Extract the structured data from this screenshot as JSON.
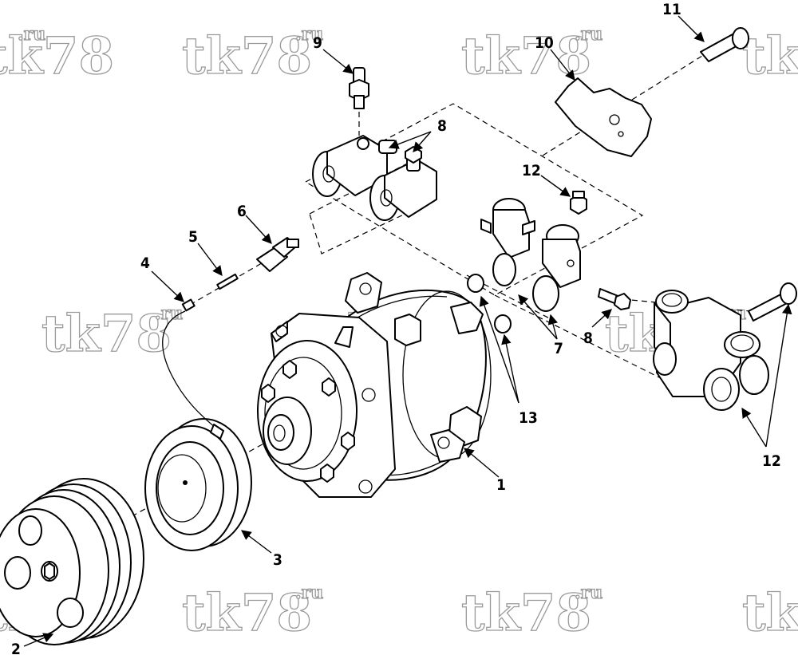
{
  "watermark": {
    "main": "tk78",
    "suffix": ".ru"
  },
  "callouts": {
    "c1": "1",
    "c2": "2",
    "c3": "3",
    "c4": "4",
    "c5": "5",
    "c6": "6",
    "c7": "7",
    "c8a": "8",
    "c8b": "8",
    "c9": "9",
    "c10": "10",
    "c11": "11",
    "c12a": "12",
    "c12b": "12",
    "c13": "13"
  }
}
